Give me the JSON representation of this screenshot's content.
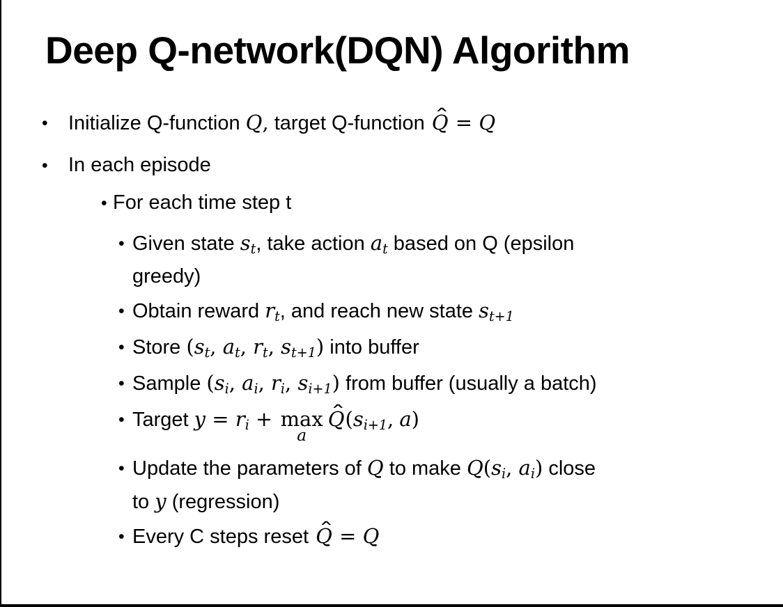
{
  "slide": {
    "title": "Deep Q-network(DQN) Algorithm"
  },
  "colors": {
    "text": "#000000",
    "background": "#ffffff",
    "frame_edge": "#000000"
  },
  "bullets": [
    {
      "level": 1,
      "segments": [
        {
          "t": "Initialize Q-function "
        },
        {
          "t": "Q",
          "s": "m"
        },
        {
          "t": ",",
          "s": "r"
        },
        {
          "t": " target Q-function "
        },
        {
          "t": "Q",
          "s": "mh"
        },
        {
          "t": " = ",
          "s": "r"
        },
        {
          "t": "Q",
          "s": "m"
        }
      ]
    },
    {
      "level": 1,
      "segments": [
        {
          "t": "In each episode"
        }
      ]
    },
    {
      "level": 2,
      "segments": [
        {
          "t": "For each time step t"
        }
      ]
    },
    {
      "level": 3,
      "segments": [
        {
          "t": "Given state "
        },
        {
          "t": "s",
          "s": "m"
        },
        {
          "t": "t",
          "s": "ms"
        },
        {
          "t": ", take action "
        },
        {
          "t": "a",
          "s": "m"
        },
        {
          "t": "t",
          "s": "ms"
        },
        {
          "t": " based on Q (epsilon"
        },
        {
          "br": true
        },
        {
          "t": "greedy)"
        }
      ]
    },
    {
      "level": 3,
      "segments": [
        {
          "t": "Obtain reward "
        },
        {
          "t": "r",
          "s": "m"
        },
        {
          "t": "t",
          "s": "ms"
        },
        {
          "t": ", and reach new state "
        },
        {
          "t": "s",
          "s": "m"
        },
        {
          "t": "t+1",
          "s": "ms"
        }
      ]
    },
    {
      "level": 3,
      "segments": [
        {
          "t": "Store "
        },
        {
          "t": "(",
          "s": "r"
        },
        {
          "t": "s",
          "s": "m"
        },
        {
          "t": "t",
          "s": "ms"
        },
        {
          "t": ", ",
          "s": "r"
        },
        {
          "t": "a",
          "s": "m"
        },
        {
          "t": "t",
          "s": "ms"
        },
        {
          "t": ", ",
          "s": "r"
        },
        {
          "t": "r",
          "s": "m"
        },
        {
          "t": "t",
          "s": "ms"
        },
        {
          "t": ", ",
          "s": "r"
        },
        {
          "t": "s",
          "s": "m"
        },
        {
          "t": "t+1",
          "s": "ms"
        },
        {
          "t": ")",
          "s": "r"
        },
        {
          "t": " into buffer"
        }
      ]
    },
    {
      "level": 3,
      "segments": [
        {
          "t": "Sample "
        },
        {
          "t": "(",
          "s": "r"
        },
        {
          "t": "s",
          "s": "m"
        },
        {
          "t": "i",
          "s": "ms"
        },
        {
          "t": ", ",
          "s": "r"
        },
        {
          "t": "a",
          "s": "m"
        },
        {
          "t": "i",
          "s": "ms"
        },
        {
          "t": ", ",
          "s": "r"
        },
        {
          "t": "r",
          "s": "m"
        },
        {
          "t": "i",
          "s": "ms"
        },
        {
          "t": ", ",
          "s": "r"
        },
        {
          "t": "s",
          "s": "m"
        },
        {
          "t": "i+1",
          "s": "ms"
        },
        {
          "t": ")",
          "s": "r"
        },
        {
          "t": " from buffer (usually a batch)"
        }
      ]
    },
    {
      "level": 3,
      "segments": [
        {
          "t": "Target "
        },
        {
          "t": "y",
          "s": "m"
        },
        {
          "t": " = ",
          "s": "r"
        },
        {
          "t": "r",
          "s": "m"
        },
        {
          "t": "i",
          "s": "ms"
        },
        {
          "t": " + ",
          "s": "r"
        },
        {
          "t": "max",
          "s": "stack",
          "sub": "a"
        },
        {
          "t": "Q",
          "s": "mh"
        },
        {
          "t": "(",
          "s": "r"
        },
        {
          "t": "s",
          "s": "m"
        },
        {
          "t": "i+1",
          "s": "ms"
        },
        {
          "t": ",",
          "s": "r"
        },
        {
          "t": " "
        },
        {
          "t": "a",
          "s": "m"
        },
        {
          "t": ")",
          "s": "r"
        }
      ]
    },
    {
      "level": 3,
      "segments": [
        {
          "t": "Update the parameters of "
        },
        {
          "t": "Q",
          "s": "m"
        },
        {
          "t": " to make "
        },
        {
          "t": "Q",
          "s": "m"
        },
        {
          "t": "(",
          "s": "r"
        },
        {
          "t": "s",
          "s": "m"
        },
        {
          "t": "i",
          "s": "ms"
        },
        {
          "t": ", ",
          "s": "r"
        },
        {
          "t": "a",
          "s": "m"
        },
        {
          "t": "i",
          "s": "ms"
        },
        {
          "t": ")",
          "s": "r"
        },
        {
          "t": " close"
        },
        {
          "br": true
        },
        {
          "t": "to "
        },
        {
          "t": "y",
          "s": "m"
        },
        {
          "t": " (regression)"
        }
      ]
    },
    {
      "level": 3,
      "segments": [
        {
          "t": "Every C steps reset "
        },
        {
          "t": "Q",
          "s": "mh"
        },
        {
          "t": " = ",
          "s": "r"
        },
        {
          "t": "Q",
          "s": "m"
        }
      ]
    }
  ]
}
